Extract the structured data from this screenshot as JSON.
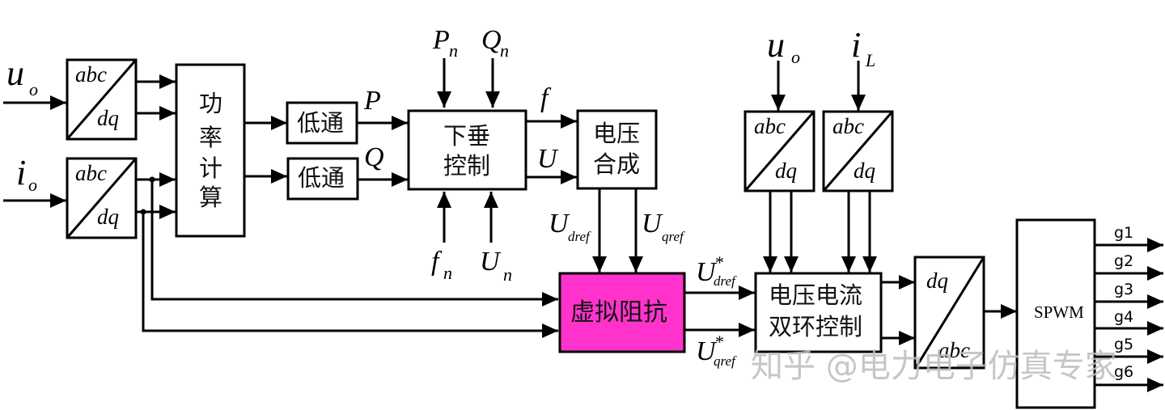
{
  "inputs_left": {
    "uo": {
      "main": "u",
      "sub": "o"
    },
    "io": {
      "main": "i",
      "sub": "o"
    }
  },
  "transform": {
    "top": "abc",
    "bottom": "dq"
  },
  "inv_transform": {
    "top": "dq",
    "bottom": "abc"
  },
  "power_calc": [
    "功",
    "率",
    "计",
    "算"
  ],
  "lowpass": "低通",
  "signals": {
    "P": "P",
    "Q": "Q",
    "Pn": {
      "main": "P",
      "sub": "n"
    },
    "Qn": {
      "main": "Q",
      "sub": "n"
    },
    "fn": {
      "main": "f",
      "sub": "n"
    },
    "Un": {
      "main": "U",
      "sub": "n"
    },
    "f": "f",
    "U": "U",
    "Udref": {
      "main": "U",
      "sub": "dref"
    },
    "Uqref": {
      "main": "U",
      "sub": "qref"
    },
    "Udref_star": {
      "main": "U",
      "sup": "*",
      "sub": "dref"
    },
    "Uqref_star": {
      "main": "U",
      "sup": "*",
      "sub": "qref"
    },
    "uo_top": {
      "main": "u",
      "sub": "o"
    },
    "iL": {
      "main": "i",
      "sub": "L"
    }
  },
  "droop": {
    "line1": "下垂",
    "line2": "控制"
  },
  "voltage_synth": {
    "line1": "电压",
    "line2": "合成"
  },
  "virtual_impedance": {
    "label": "虚拟阻抗",
    "color": "#ff33cc"
  },
  "dual_loop": {
    "line1": "电压电流",
    "line2": "双环控制"
  },
  "spwm": "SPWM",
  "gates": [
    "g1",
    "g2",
    "g3",
    "g4",
    "g5",
    "g6"
  ],
  "watermark": "知乎 @电力电子仿真专家"
}
